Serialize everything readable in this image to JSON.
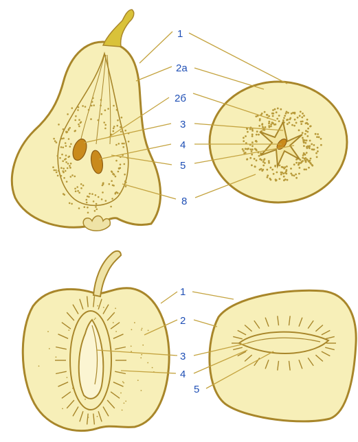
{
  "colors": {
    "outline": "#a8862a",
    "flesh": "#f7efb8",
    "stalk": "#d9c23a",
    "seed": "#c98a1c",
    "dots": "#b89a3a",
    "leader": "#c4a33f",
    "label": "#1f4fb5"
  },
  "pear": {
    "labels": {
      "l1": "1",
      "l2a": "2а",
      "l2b": "2б",
      "l3": "3",
      "l4": "4",
      "l5": "5",
      "l8": "8"
    }
  },
  "apple": {
    "labels": {
      "l1": "1",
      "l2": "2",
      "l3": "3",
      "l4": "4",
      "l5": "5"
    }
  }
}
